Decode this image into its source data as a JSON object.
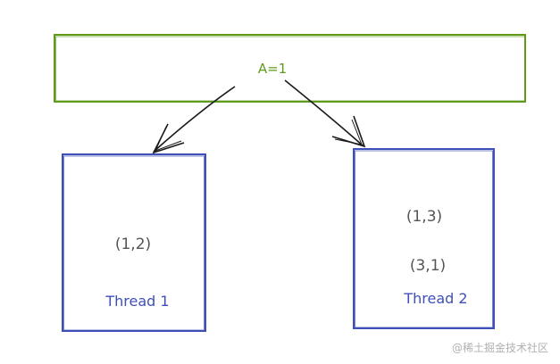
{
  "shared": {
    "label": "A=1",
    "color": "#5f9a1d"
  },
  "threads": [
    {
      "name": "Thread 1",
      "values": [
        "(1,2)"
      ],
      "color": "#3f4fb8"
    },
    {
      "name": "Thread 2",
      "values": [
        "(1,3)",
        "(3,1)"
      ],
      "color": "#3f4fb8"
    }
  ],
  "arrow_color": "#1a1a1a",
  "text_color": "#555555",
  "watermark": "@稀土掘金技术社区"
}
